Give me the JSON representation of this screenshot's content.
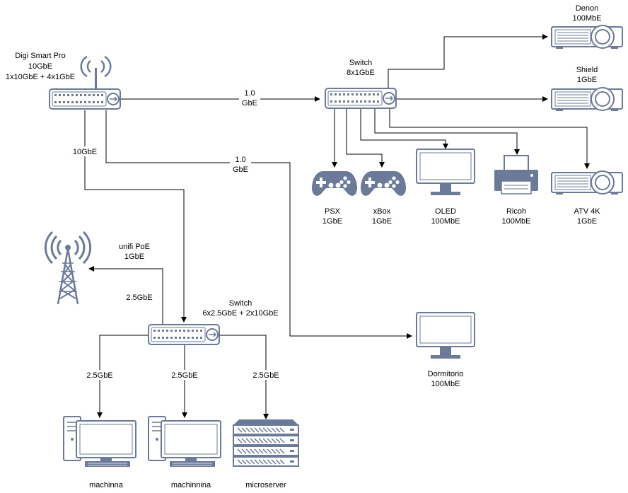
{
  "nodes": {
    "router": {
      "name": "Digi Smart Pro",
      "l2": "10GbE",
      "l3": "1x10GbE + 4x1GbE"
    },
    "switch1": {
      "name": "Switch",
      "l2": "8x1GbE"
    },
    "switch2": {
      "name": "Switch",
      "l2": "6x2.5GbE + 2x10GbE"
    },
    "denon": {
      "name": "Denon",
      "l2": "100MbE"
    },
    "shield": {
      "name": "Shield",
      "l2": "1GbE"
    },
    "atv": {
      "name": "ATV 4K",
      "l2": "1GbE"
    },
    "psx": {
      "name": "PSX",
      "l2": "1GbE"
    },
    "xbox": {
      "name": "xBox",
      "l2": "1GbE"
    },
    "oled": {
      "name": "OLED",
      "l2": "100MbE"
    },
    "ricoh": {
      "name": "Ricoh",
      "l2": "100MbE"
    },
    "unifi": {
      "name": "unifi PoE",
      "l2": "1GbE"
    },
    "dormitorio": {
      "name": "Dormitorio",
      "l2": "100MbE"
    },
    "machinna": {
      "name": "machinna"
    },
    "machinnina": {
      "name": "machinnina"
    },
    "microserver": {
      "name": "microserver"
    }
  },
  "edges": {
    "router_switch1": {
      "l1": "1.0",
      "l2": "GbE"
    },
    "router_switch2": {
      "l1": "10GbE"
    },
    "router_dormitorio": {
      "l1": "1.0",
      "l2": "GbE"
    },
    "switch2_unifi": {
      "l1": "2.5GbE"
    },
    "switch2_machinna": {
      "l1": "2.5GbE"
    },
    "switch2_machinnina": {
      "l1": "2.5GbE"
    },
    "switch2_microserver": {
      "l1": "2.5GbE"
    }
  },
  "icons": {
    "router": "router-icon",
    "switch": "network-switch-icon",
    "projector": "projector-icon",
    "gamepad": "gamepad-icon",
    "monitor": "monitor-icon",
    "printer": "printer-icon",
    "antenna": "antenna-tower-icon",
    "pc": "desktop-pc-icon",
    "server": "rack-server-icon"
  },
  "colors": {
    "device_stroke": "#6b7a99",
    "device_fill": "#ffffff",
    "edge": "#000000"
  }
}
